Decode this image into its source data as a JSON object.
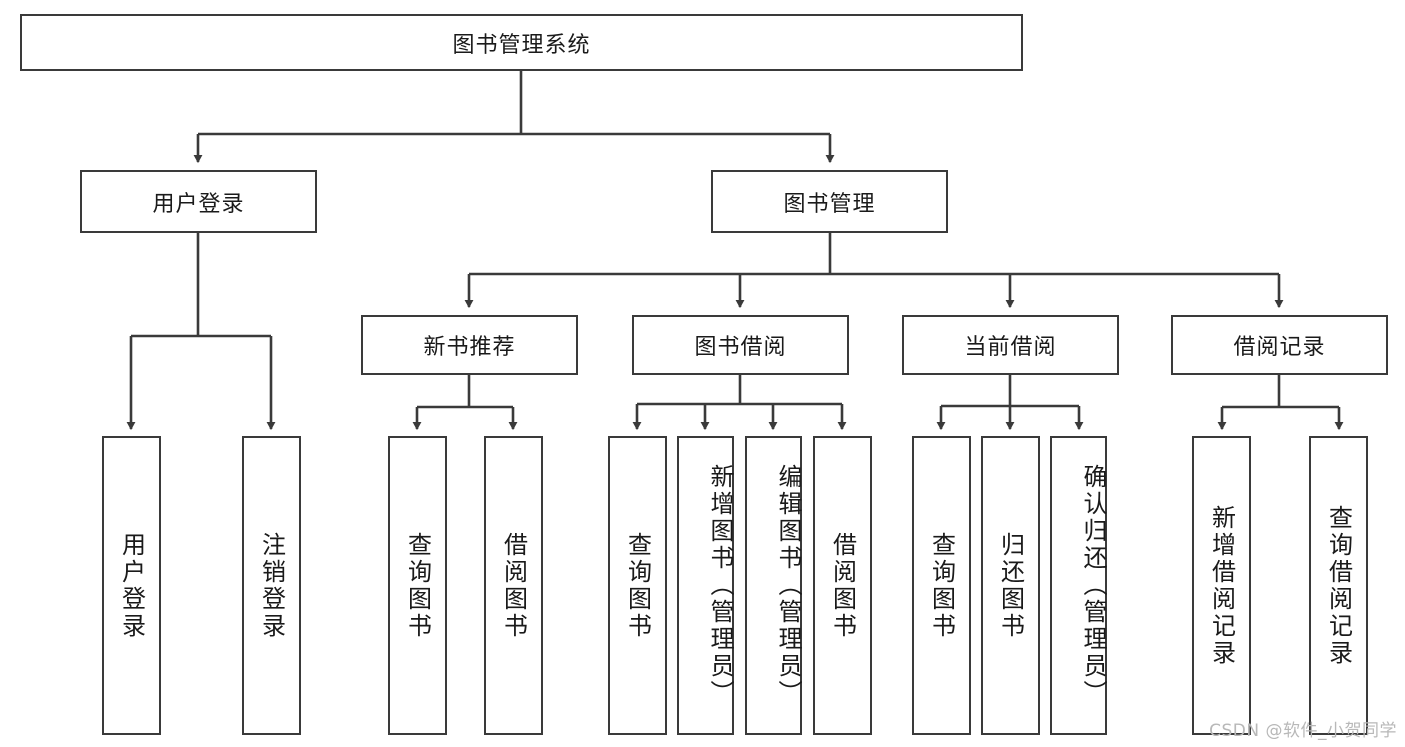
{
  "diagram": {
    "title": "图书管理系统",
    "type": "tree",
    "watermark": "CSDN @软件_小贺同学",
    "colors": {
      "stroke": "#3a3a3a",
      "fill": "#ffffff",
      "text": "#1a1a1a",
      "watermark": "#b8b8b8"
    },
    "root": {
      "label": "图书管理系统"
    },
    "level2": [
      {
        "label": "用户登录"
      },
      {
        "label": "图书管理"
      }
    ],
    "level3": [
      {
        "label": "新书推荐"
      },
      {
        "label": "图书借阅"
      },
      {
        "label": "当前借阅"
      },
      {
        "label": "借阅记录"
      }
    ],
    "leaves": {
      "user_login": [
        {
          "label": "用户登录"
        },
        {
          "label": "注销登录"
        }
      ],
      "new_books": [
        {
          "label": "查询图书"
        },
        {
          "label": "借阅图书"
        }
      ],
      "book_borrow": [
        {
          "label": "查询图书"
        },
        {
          "label": "新增图书（管理员）"
        },
        {
          "label": "编辑图书（管理员）"
        },
        {
          "label": "借阅图书"
        }
      ],
      "current_borrow": [
        {
          "label": "查询图书"
        },
        {
          "label": "归还图书"
        },
        {
          "label": "确认归还（管理员）"
        }
      ],
      "borrow_records": [
        {
          "label": "新增借阅记录"
        },
        {
          "label": "查询借阅记录"
        }
      ]
    }
  }
}
